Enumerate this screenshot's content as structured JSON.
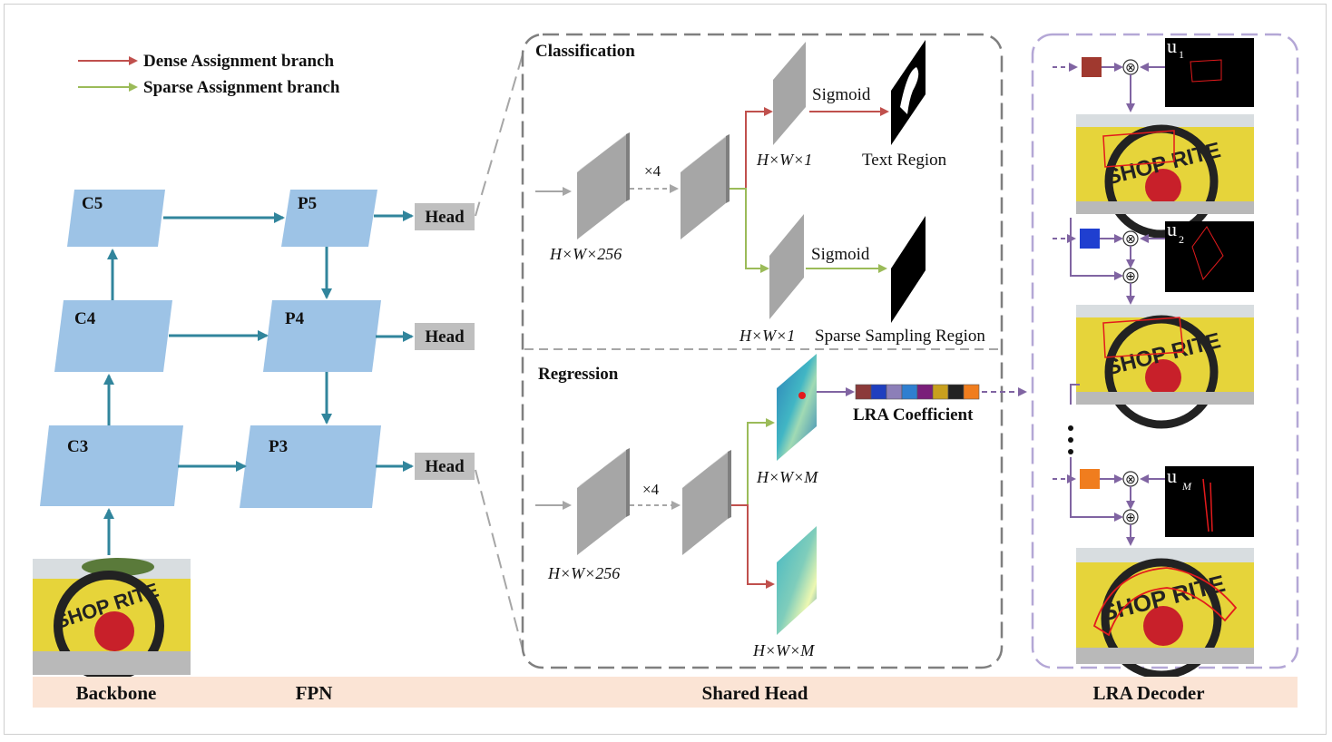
{
  "legend": {
    "dense": "Dense Assignment branch",
    "sparse": "Sparse Assignment branch"
  },
  "colors": {
    "dense_arrow": "#c0504d",
    "sparse_arrow": "#9bbb59",
    "fpn_box": "#9dc3e6",
    "fpn_arrow": "#31859c",
    "lra_arrow": "#8064a2",
    "bottom_band": "#fbe4d5",
    "head_box": "#bfbfbf"
  },
  "backbone": {
    "c5": "C5",
    "c4": "C4",
    "c3": "C3"
  },
  "fpn": {
    "p5": "P5",
    "p4": "P4",
    "p3": "P3",
    "head": "Head"
  },
  "classification": {
    "title": "Classification",
    "input_dim": "H×W×256",
    "repeat": "×4",
    "top_dim": "H×W×1",
    "bottom_dim": "H×W×1",
    "sigmoid_top": "Sigmoid",
    "sigmoid_bottom": "Sigmoid",
    "text_region": "Text Region",
    "sparse_region": "Sparse Sampling Region"
  },
  "regression": {
    "title": "Regression",
    "input_dim": "H×W×256",
    "repeat": "×4",
    "top_dim": "H×W×M",
    "bottom_dim": "H×W×M",
    "coefficient": "LRA Coefficient",
    "coef_colors": [
      "#8b3a3a",
      "#1f3fbf",
      "#8c7fb8",
      "#2f7fd0",
      "#7a1f7a",
      "#c8a01e",
      "#222222",
      "#f07d1e"
    ]
  },
  "decoder": {
    "u1": "u",
    "u1_sub": "1",
    "u2": "u",
    "u2_sub": "2",
    "um": "u",
    "um_sub": "M",
    "sign_text": "SHOP RITE",
    "times": "⊗",
    "plus": "⊕",
    "block_colors": [
      "#a0392f",
      "#1f3fd0",
      "#f07d1e"
    ]
  },
  "bottom": {
    "backbone": "Backbone",
    "fpn": "FPN",
    "shared_head": "Shared Head",
    "lra_decoder": "LRA Decoder"
  }
}
